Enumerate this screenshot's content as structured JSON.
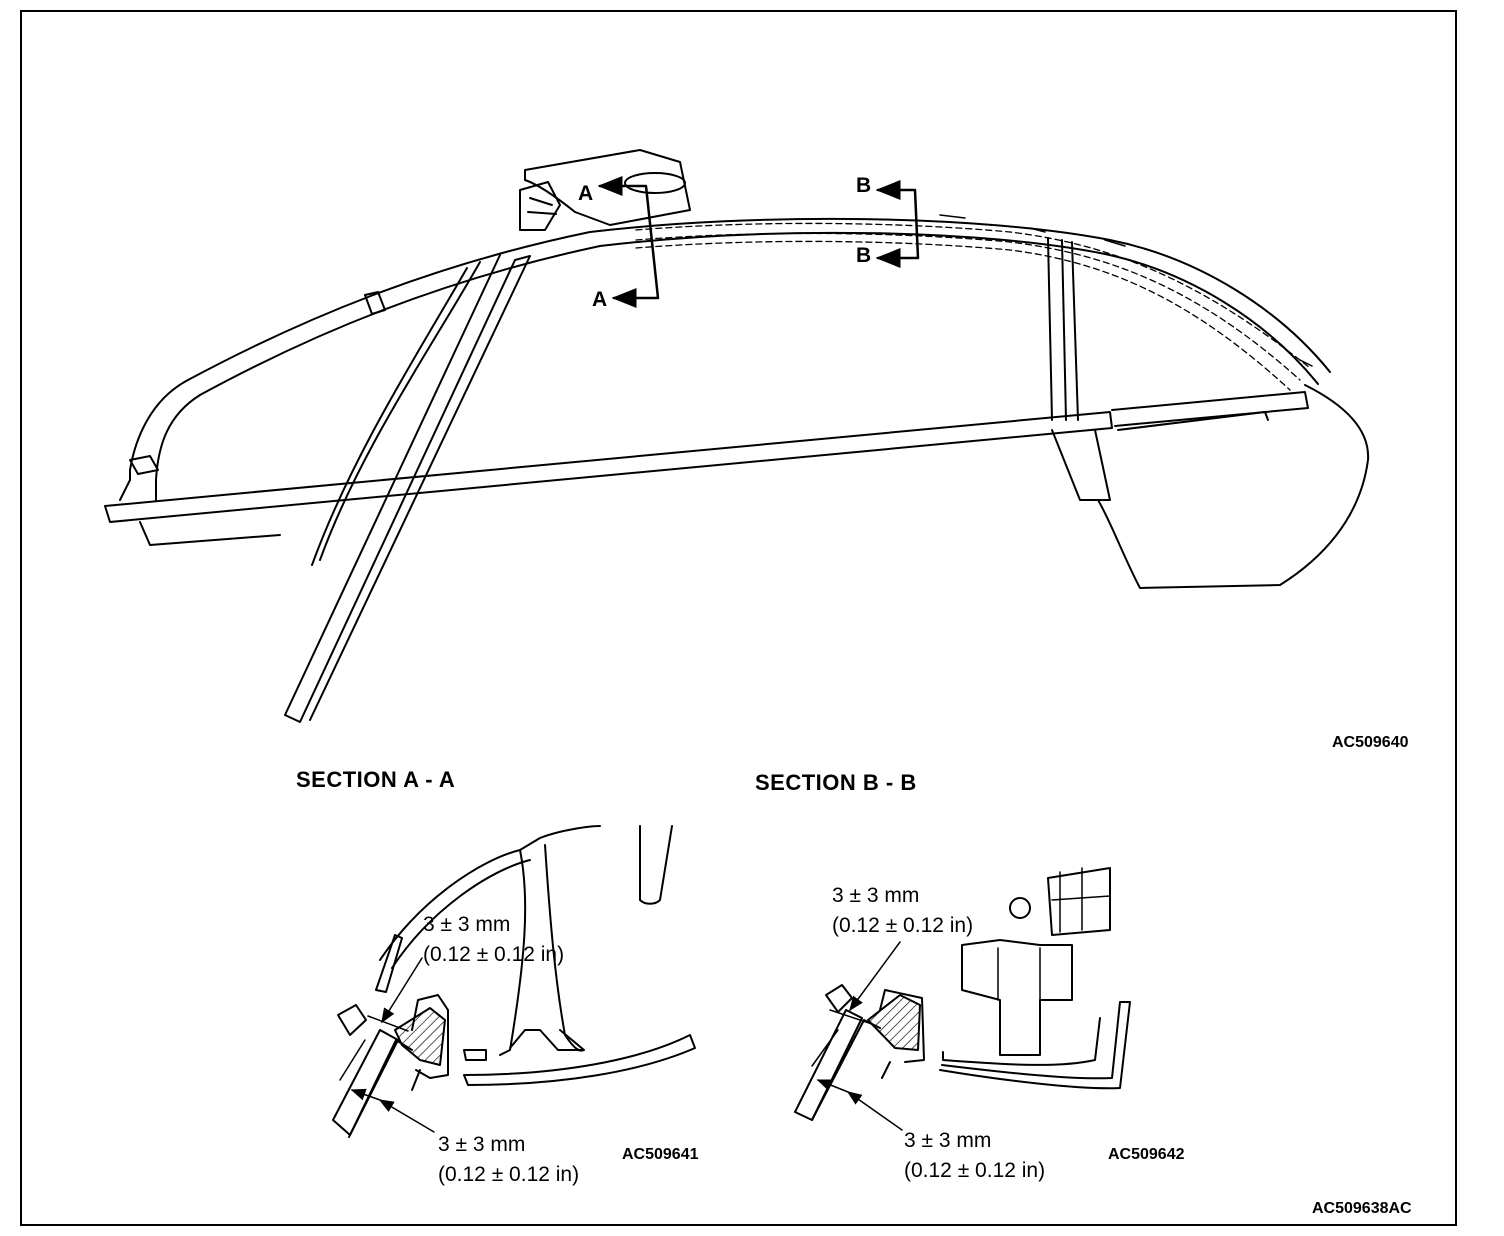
{
  "figure_code": "AC509638AC",
  "main_view": {
    "code": "AC509640",
    "callouts": [
      "A",
      "A",
      "B",
      "B"
    ]
  },
  "section_a": {
    "title": "SECTION A - A",
    "code": "AC509641",
    "dimension_top": {
      "metric": "3 ± 3 mm",
      "imperial": "(0.12 ± 0.12 in)"
    },
    "dimension_bottom": {
      "metric": "3 ± 3 mm",
      "imperial": "(0.12 ± 0.12 in)"
    }
  },
  "section_b": {
    "title": "SECTION B - B",
    "code": "AC509642",
    "dimension_top": {
      "metric": "3 ± 3 mm",
      "imperial": "(0.12 ± 0.12 in)"
    },
    "dimension_bottom": {
      "metric": "3 ± 3 mm",
      "imperial": "(0.12 ± 0.12 in)"
    }
  }
}
